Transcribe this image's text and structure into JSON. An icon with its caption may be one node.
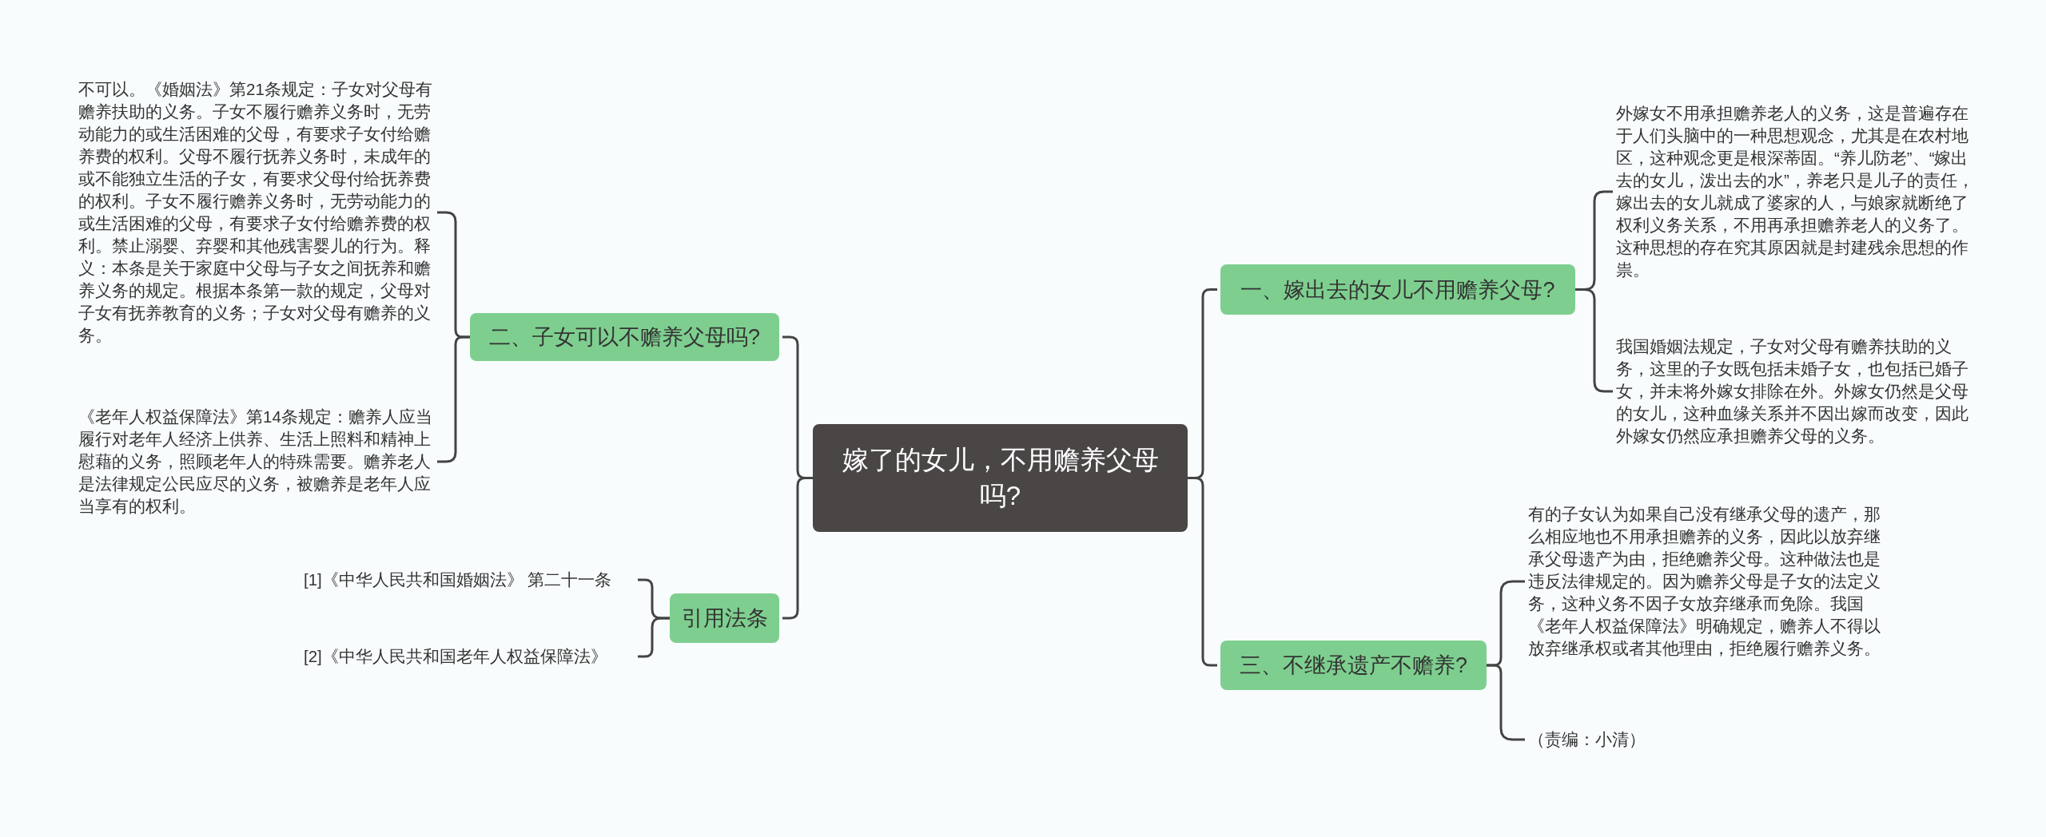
{
  "diagram": {
    "nodes": [
      {
        "text": [
          "嫁了的女儿，不用赡养父母吗?"
        ]
      },
      {
        "text": [
          "二、子女可以不赡养父母吗?"
        ]
      },
      {
        "text": [
          "不可以。《婚姻法》第21条规定：子女对父母有赡养扶助的义务。子女不履行赡养义务时，无劳动能力的或生活困难的父母，有要求子女付给赡养费的权利。父母不履行抚养义务时，未成年的或不能独立生活的子女，有要求父母付给抚养费的权利。子女不履行赡养义务时，无劳动能力的或生活困难的父母，有要求子女付给赡养费的权利。禁止溺婴、弃婴和其他残害婴儿的行为。释义：本条是关于家庭中父母与子女之间抚养和赡养义务的规定。根据本条第一款的规定，父母对子女有抚养教育的义务；子女对父母有赡养的义务。"
        ]
      },
      {
        "text": [
          "《老年人权益保障法》第14条规定：赡养人应当履行对老年人经济上供养、生活上照料和精神上慰藉的义务，照顾老年人的特殊需要。赡养老人是法律规定公民应尽的义务，被赡养是老年人应当享有的权利。"
        ]
      },
      {
        "text": [
          "引用法条"
        ]
      },
      {
        "text": [
          "[1]《中华人民共和国婚姻法》 第二十一条"
        ]
      },
      {
        "text": [
          "[2]《中华人民共和国老年人权益保障法》"
        ]
      },
      {
        "text": [
          "一、嫁出去的女儿不用赡养父母?"
        ]
      },
      {
        "text": [
          "外嫁女不用承担赡养老人的义务，这是普遍存在于人们头脑中的一种思想观念，尤其是在农村地区，这种观念更是根深蒂固。“养儿防老”、“嫁出去的女儿，泼出去的水”，养老只是儿子的责任，嫁出去的女儿就成了婆家的人，与娘家就断绝了权利义务关系，不用再承担赡养老人的义务了。这种思想的存在究其原因就是封建残余思想的作祟。"
        ]
      },
      {
        "text": [
          "我国婚姻法规定，子女对父母有赡养扶助的义务，这里的子女既包括未婚子女，也包括已婚子女，并未将外嫁女排除在外。外嫁女仍然是父母的女儿，这种血缘关系并不因出嫁而改变，因此外嫁女仍然应承担赡养父母的义务。"
        ]
      },
      {
        "text": [
          "三、不继承遗产不赡养?"
        ]
      },
      {
        "text": [
          "有的子女认为如果自己没有继承父母的遗产，那么相应地也不用承担赡养的义务，因此以放弃继承父母遗产为由，拒绝赡养父母。这种做法也是违反法律规定的。因为赡养父母是子女的法定义务，这种义务不因子女放弃继承而免除。我国《老年人权益保障法》明确规定，赡养人不得以放弃继承权或者其他理由，拒绝履行赡养义务。"
        ]
      },
      {
        "text": [
          "（责编：小清）"
        ]
      }
    ],
    "edges": [
      {
        "from": 0,
        "to": 1,
        "arrow": "none"
      },
      {
        "from": 1,
        "to": 2,
        "arrow": "none"
      },
      {
        "from": 1,
        "to": 3,
        "arrow": "none"
      },
      {
        "from": 0,
        "to": 4,
        "arrow": "none"
      },
      {
        "from": 4,
        "to": 5,
        "arrow": "none"
      },
      {
        "from": 4,
        "to": 6,
        "arrow": "none"
      },
      {
        "from": 0,
        "to": 7,
        "arrow": "none"
      },
      {
        "from": 7,
        "to": 8,
        "arrow": "none"
      },
      {
        "from": 7,
        "to": 9,
        "arrow": "none"
      },
      {
        "from": 0,
        "to": 10,
        "arrow": "none"
      },
      {
        "from": 10,
        "to": 11,
        "arrow": "none"
      },
      {
        "from": 10,
        "to": 12,
        "arrow": "none"
      }
    ]
  }
}
